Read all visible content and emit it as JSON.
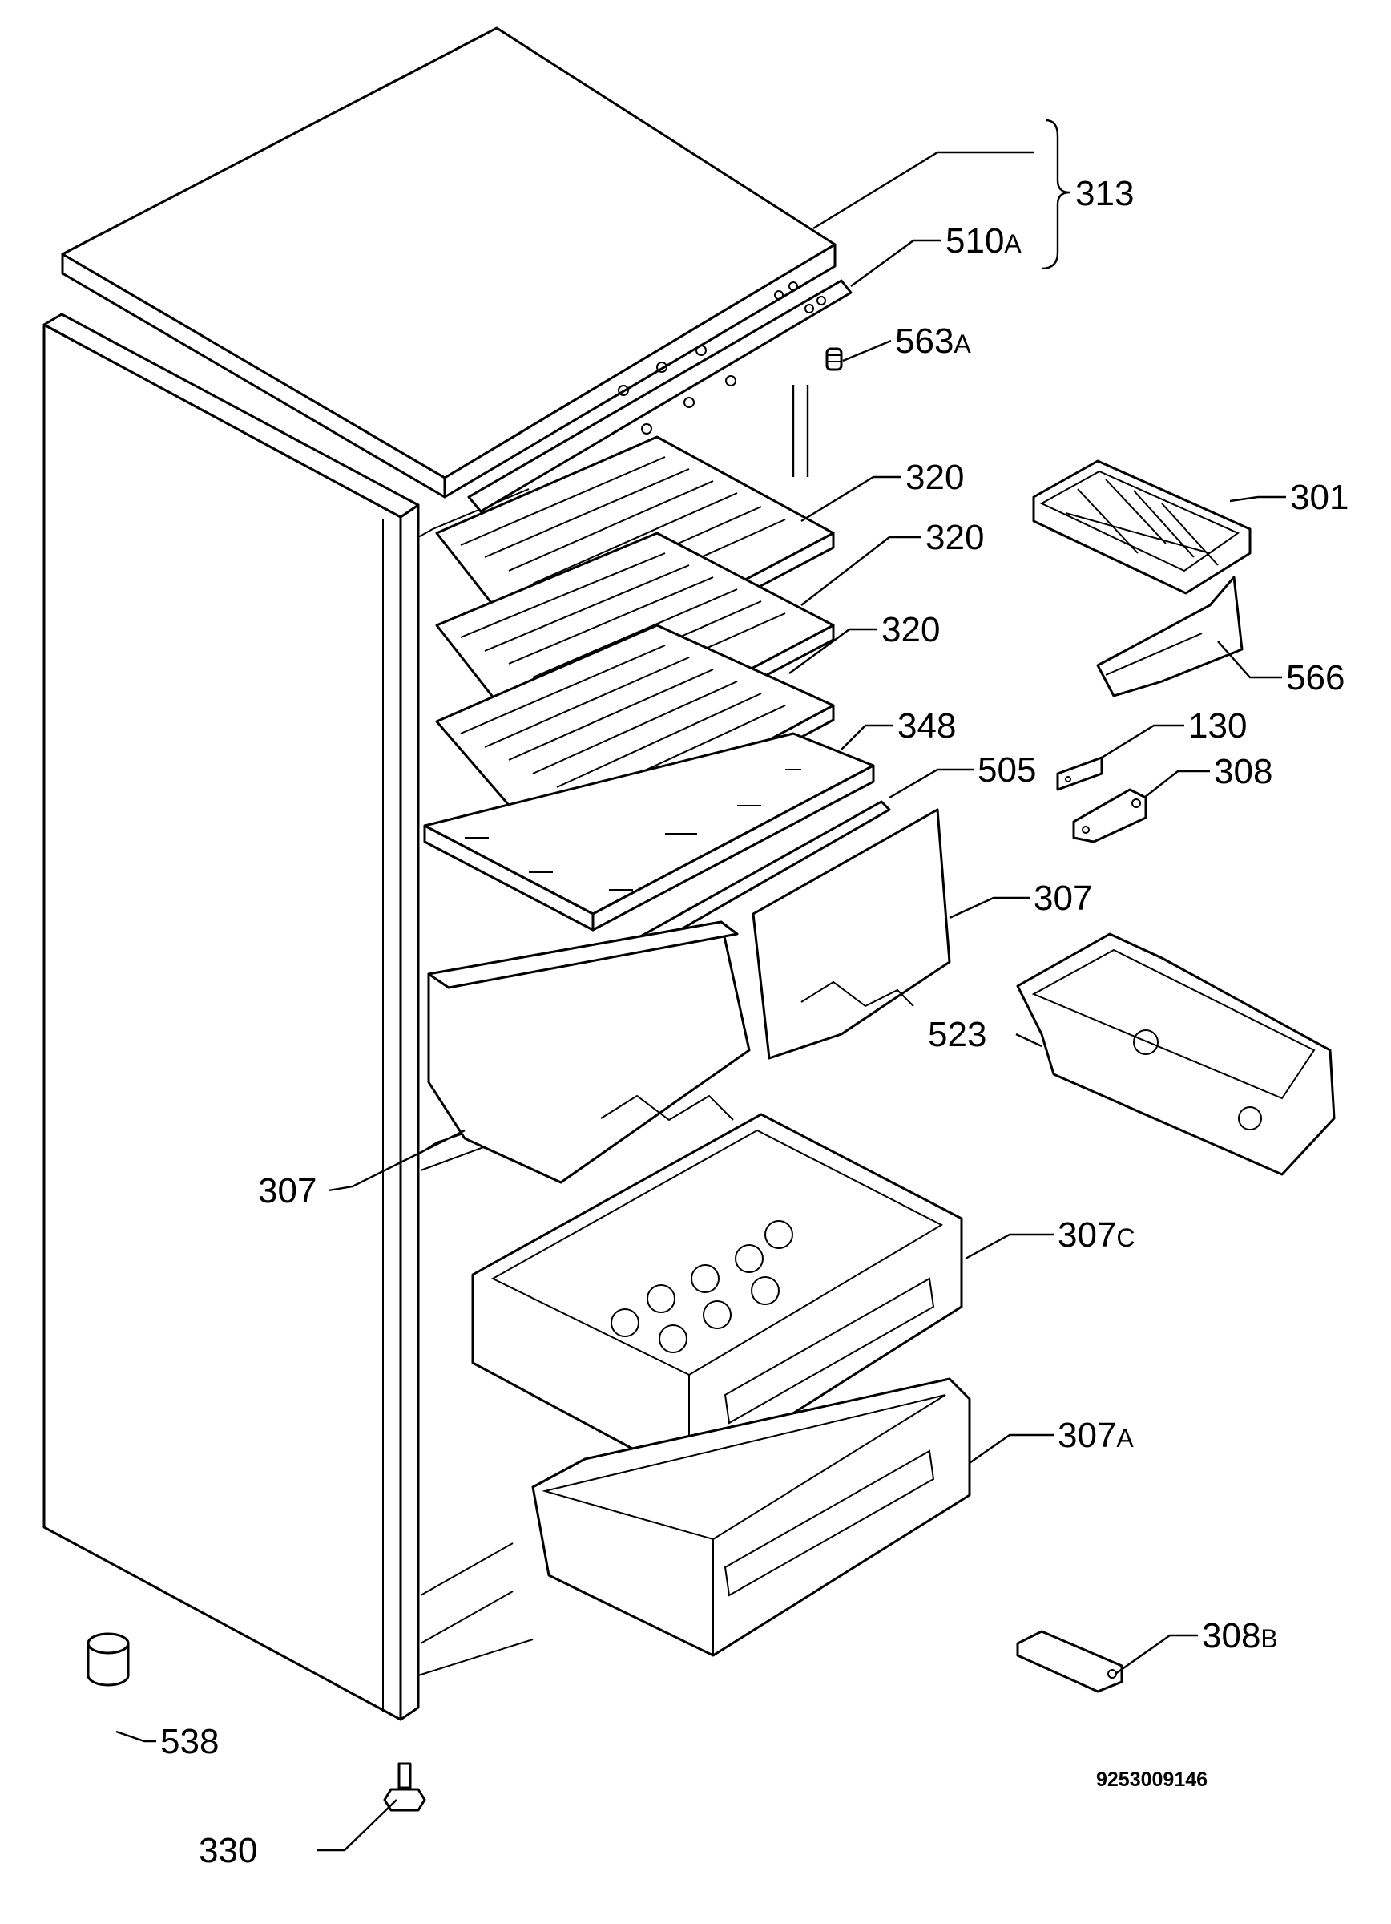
{
  "diagram": {
    "type": "exploded parts diagram",
    "subject": "refrigerator-freezer interior parts",
    "drawing_number": "9253009146",
    "callouts": [
      {
        "id": "c313",
        "num": "313",
        "suffix": ""
      },
      {
        "id": "c510a",
        "num": "510",
        "suffix": "A"
      },
      {
        "id": "c563a",
        "num": "563",
        "suffix": "A"
      },
      {
        "id": "c320a",
        "num": "320",
        "suffix": ""
      },
      {
        "id": "c320b",
        "num": "320",
        "suffix": ""
      },
      {
        "id": "c320c",
        "num": "320",
        "suffix": ""
      },
      {
        "id": "c301",
        "num": "301",
        "suffix": ""
      },
      {
        "id": "c566",
        "num": "566",
        "suffix": ""
      },
      {
        "id": "c348",
        "num": "348",
        "suffix": ""
      },
      {
        "id": "c505",
        "num": "505",
        "suffix": ""
      },
      {
        "id": "c130",
        "num": "130",
        "suffix": ""
      },
      {
        "id": "c308",
        "num": "308",
        "suffix": ""
      },
      {
        "id": "c307r",
        "num": "307",
        "suffix": ""
      },
      {
        "id": "c523",
        "num": "523",
        "suffix": ""
      },
      {
        "id": "c307l",
        "num": "307",
        "suffix": ""
      },
      {
        "id": "c307c",
        "num": "307",
        "suffix": "C"
      },
      {
        "id": "c307a",
        "num": "307",
        "suffix": "A"
      },
      {
        "id": "c308b",
        "num": "308",
        "suffix": "B"
      },
      {
        "id": "c538",
        "num": "538",
        "suffix": ""
      },
      {
        "id": "c330",
        "num": "330",
        "suffix": ""
      }
    ]
  }
}
